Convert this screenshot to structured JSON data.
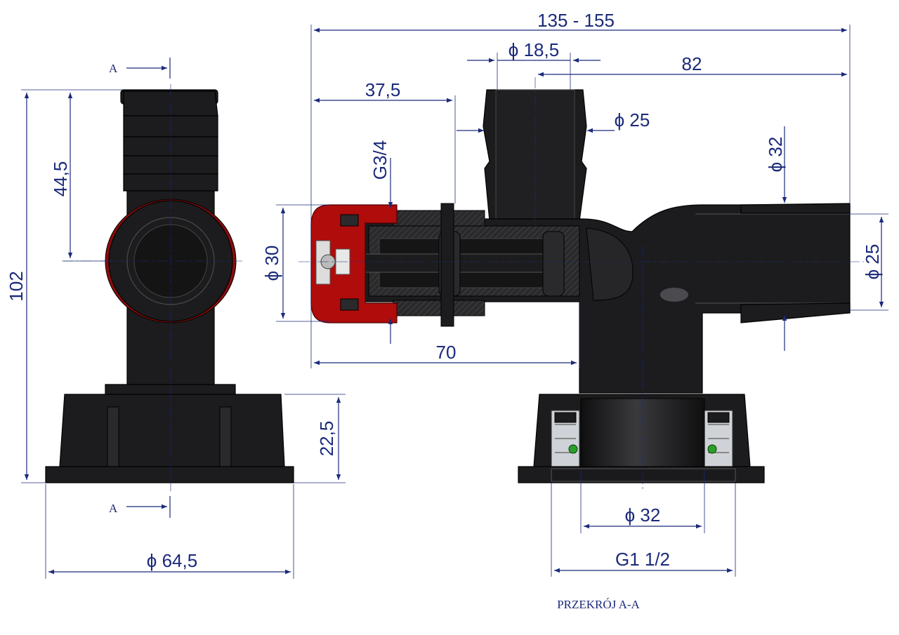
{
  "drawing": {
    "section_title": "PRZEKRÓJ A-A",
    "section_marker": "A",
    "dimensions": {
      "overall_length": "135 - 155",
      "top_barb_inner_dia": "ϕ 18,5",
      "top_barb_offset": "82",
      "cap_to_barb": "37,5",
      "top_barb_outer_dia": "ϕ 25",
      "side_barb_outer_dia": "ϕ 32",
      "thread_valve": "G3/4",
      "valve_dia": "ϕ 30",
      "side_barb_inner_dia": "ϕ 25",
      "valve_length": "70",
      "top_height": "44,5",
      "total_height": "102",
      "nut_height": "22,5",
      "flange_dia": "ϕ 64,5",
      "outlet_inner_dia": "ϕ 32",
      "outlet_thread": "G1 1/2"
    },
    "colors": {
      "dimension": "#1b2a7a",
      "body": "#1c1c1e",
      "cap": "#b00c0c",
      "oring": "#2aa02a"
    }
  }
}
